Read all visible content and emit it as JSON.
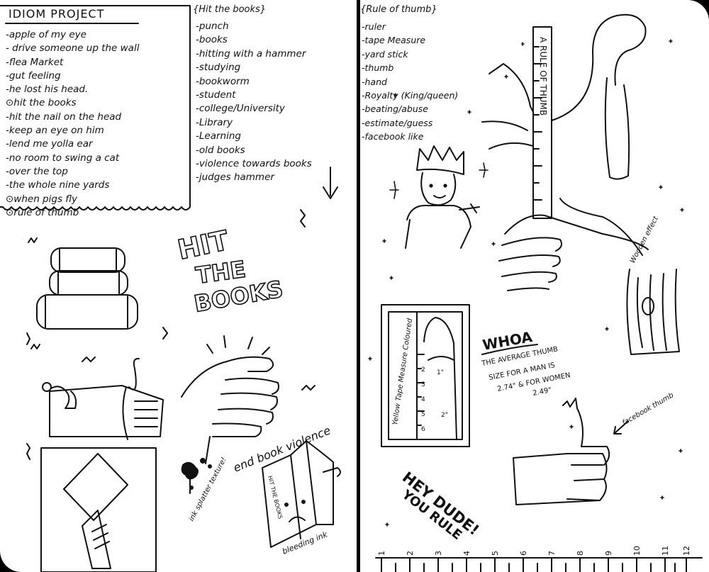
{
  "idiom_project": {
    "title": "IDIOM   PROJECT",
    "items": [
      "-apple of my eye",
      "- drive someone up the wall",
      "-flea Market",
      "-gut feeling",
      "-he lost his head.",
      "⊙hit the books",
      "-hit the nail on the head",
      "-keep an eye on him",
      "-lend me yolla ear",
      "-no room to swing a cat",
      "-over the top",
      "-the whole nine yards",
      "⊙when pigs fly",
      "⊙rule of thumb"
    ]
  },
  "hit_the_books": {
    "header": "{Hit the books}",
    "items": [
      "-punch",
      "-books",
      "-hitting with a hammer",
      "-studying",
      "-bookworm",
      "-student",
      "-college/University",
      "-Library",
      "-Learning",
      "-old books",
      "-violence towards books",
      "-judges hammer"
    ],
    "lettering": [
      "HIT",
      "THE",
      "BOOKS"
    ],
    "end_book_violence": "end book violence",
    "ink_splatter_note": "ink splatter texture!",
    "bleeding_ink_note": "bleeding ink",
    "book_spine": "HIT THE BOOKS"
  },
  "rule_of_thumb": {
    "header": "{Rule of thumb}",
    "items": [
      "-ruler",
      "-tape Measure",
      "-yard stick",
      "-thumb",
      "-hand",
      "-Royalty (King/queen)",
      "-beating/abuse",
      "-estimate/guess",
      "-facebook like"
    ],
    "ruler_label": "A RULE OF THUMB",
    "wooden_effect_note": "Wooden effect",
    "yellow_tape_note": "Yellow Tape Measure Coloured",
    "tape_numbers": [
      "2",
      "3",
      "4",
      "5",
      "6"
    ],
    "inch_marks": [
      "1\"",
      "2\""
    ],
    "whoa_title": "WHOA",
    "whoa_lines": [
      "THE AVERAGE THUMB",
      "SIZE FOR A MAN IS",
      "2.74\" & FOR WOMEN",
      "2.49\""
    ],
    "facebook_note": "facebook thumb",
    "hey_dude": [
      "HEY DUDE!",
      "YOU RULE"
    ],
    "ruler_numbers": [
      "1",
      "2",
      "3",
      "4",
      "5",
      "6",
      "7",
      "8",
      "9",
      "10",
      "11",
      "12"
    ]
  },
  "colors": {
    "ink": "#111111",
    "paper": "#ffffff",
    "binding": "#000000"
  }
}
